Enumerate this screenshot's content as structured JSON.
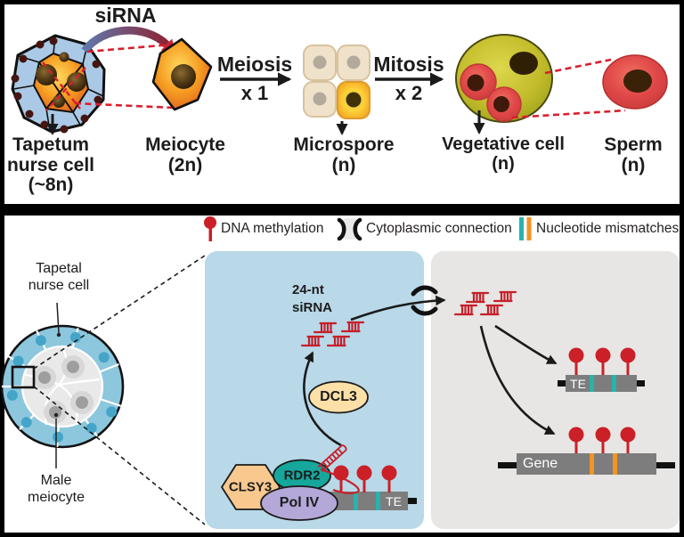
{
  "figure": {
    "top": {
      "sirna_arrow_label": "siRNA",
      "meiosis": "Meiosis",
      "meiosis_x": "x 1",
      "mitosis": "Mitosis",
      "mitosis_x": "x 2",
      "tapetum_label": "Tapetum\nnurse cell\n(~8n)",
      "meiocyte_label": "Meiocyte\n(2n)",
      "microspore_label": "Microspore\n(n)",
      "vegetative_label": "Vegetative cell\n(n)",
      "sperm_label": "Sperm\n(n)"
    },
    "legend": {
      "dna_methylation": "DNA methylation",
      "cytoplasmic_connection": "Cytoplasmic connection",
      "nucleotide_mismatches": "Nucleotide mismatches"
    },
    "bottom": {
      "tapetal_nurse_cell_label": "Tapetal\nnurse cell",
      "male_meiocyte_label": "Male\nmeiocyte",
      "sirna_24nt_label": "24-nt\nsiRNA",
      "dcl3": "DCL3",
      "clsy3": "CLSY3",
      "rdr2": "RDR2",
      "poliv": "Pol IV",
      "te_meiocyte": "TE",
      "te_nurse": "TE",
      "gene": "Gene"
    },
    "colors": {
      "methylation_red": "#cb2027",
      "sirna_red": "#c5202a",
      "mismatch_teal": "#29b2ae",
      "mismatch_orange": "#f39324",
      "meiocyte_panel_blue": "#b9d8e8",
      "nurse_panel_gray": "#e7e6e4",
      "dna_bar_gray": "#7d7d7d",
      "dcl3_fill": "#fce0a8",
      "clsy3_fill": "#f9c88e",
      "rdr2_fill": "#16a79c",
      "poliv_fill": "#b3a8d8",
      "tapetal_cell_blue": "#8cc7dd",
      "tapetal_nucleus_blue": "#44a5c9"
    }
  }
}
